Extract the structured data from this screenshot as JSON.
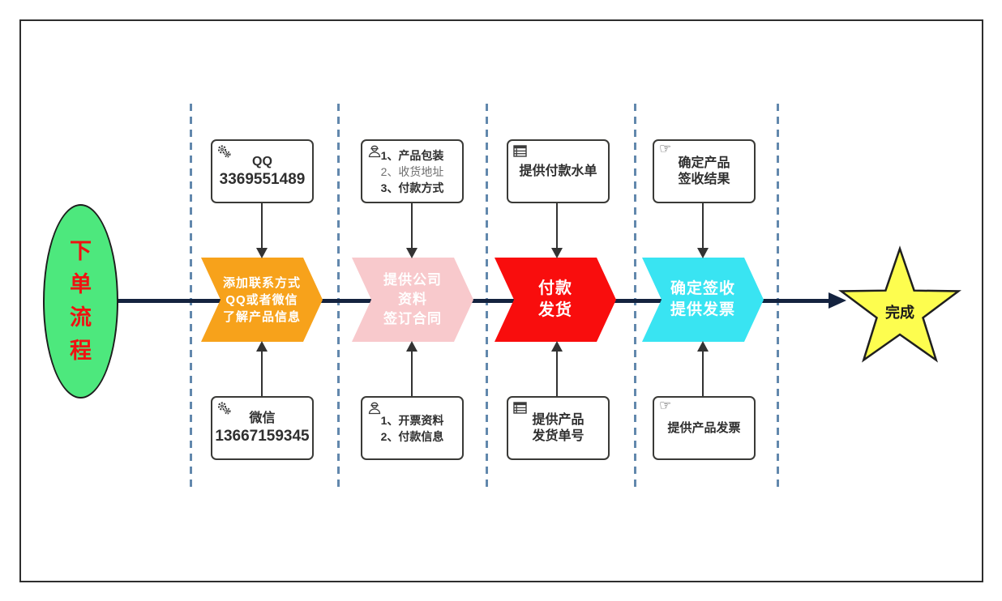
{
  "flow": {
    "start": {
      "text": "下单流程",
      "chars": [
        "下",
        "单",
        "流",
        "程"
      ],
      "fill": "#4de87d",
      "text_color": "#f01111"
    },
    "stages": [
      {
        "name": "add-contact",
        "fill": "#f7a21b",
        "lines": [
          "添加联系方式",
          "QQ或者微信",
          "了解产品信息"
        ]
      },
      {
        "name": "company-contract",
        "fill": "#f8c9cc",
        "lines": [
          "提供公司",
          "资料",
          "签订合同"
        ]
      },
      {
        "name": "pay-ship",
        "fill": "#f90d0d",
        "lines": [
          "付款",
          "发货"
        ]
      },
      {
        "name": "sign-invoice",
        "fill": "#39e4f2",
        "lines": [
          "确定签收",
          "提供发票"
        ]
      }
    ],
    "finish": {
      "text": "完成",
      "fill": "#fdfd4f"
    },
    "top_notes": [
      {
        "icon": "gears-icon",
        "lines": [
          "QQ",
          "3369551489"
        ]
      },
      {
        "icon": "worker-icon",
        "lines": [
          "1、产品包装",
          "2、收货地址",
          "3、付款方式"
        ]
      },
      {
        "icon": "table-icon",
        "lines": [
          "提供付款水单"
        ]
      },
      {
        "icon": "pointing-hand-icon",
        "glyph": "☞",
        "lines": [
          "确定产品",
          "签收结果"
        ]
      }
    ],
    "bottom_notes": [
      {
        "icon": "gears-icon",
        "lines": [
          "微信",
          "13667159345"
        ]
      },
      {
        "icon": "worker-icon",
        "lines": [
          "1、开票资料",
          "2、付款信息"
        ]
      },
      {
        "icon": "table-icon",
        "lines": [
          "提供产品",
          "发货单号"
        ]
      },
      {
        "icon": "pointing-hand-icon",
        "glyph": "☞",
        "lines": [
          "提供产品发票"
        ]
      }
    ],
    "colors": {
      "main_line": "#14233f",
      "dashed_divider": "#6288ad",
      "box_border": "#3a3a37",
      "muted_text": "#6f6f6f",
      "star_fill": "#fdfd4f",
      "star_stroke": "#1f1f1f"
    }
  }
}
